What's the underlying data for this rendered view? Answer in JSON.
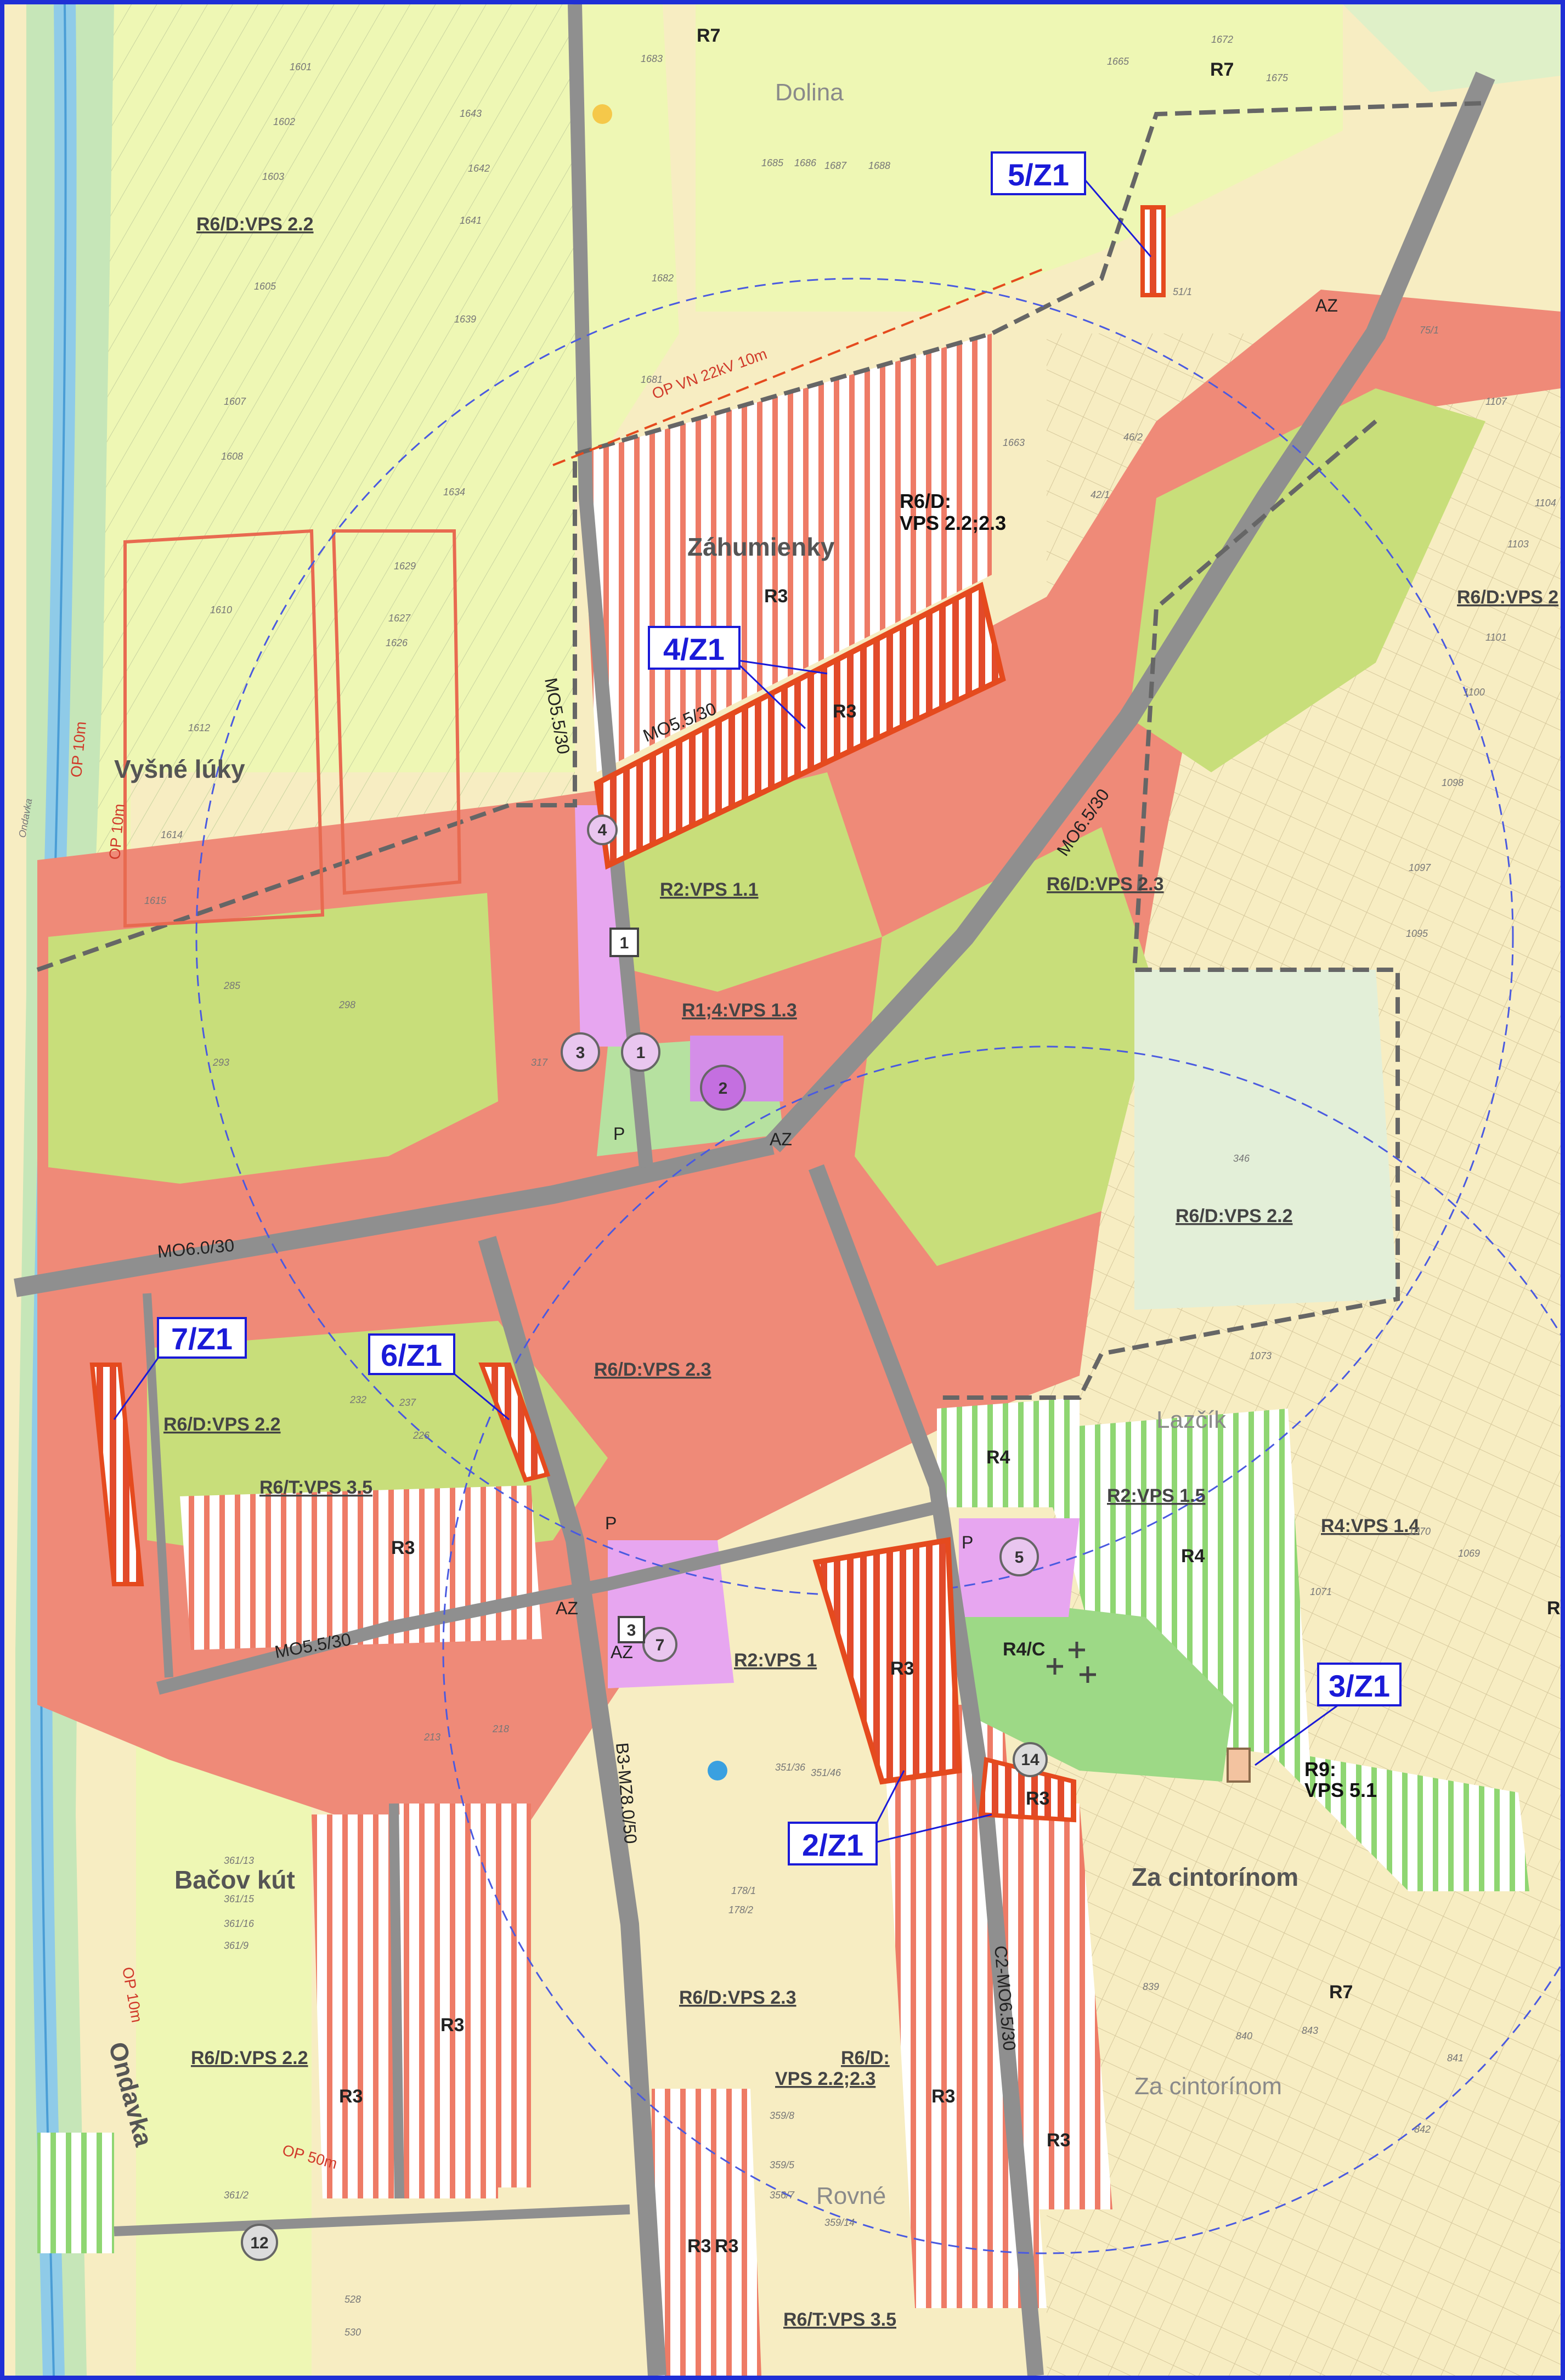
{
  "colors": {
    "border": "#1f2fd6",
    "agri_field": "#eef7b4",
    "arable": "#f7edc2",
    "built_residential": "#ef8a78",
    "garden": "#c8de7a",
    "residential_plan": "#f5c9c0",
    "green_plan": "#b9e6a6",
    "park": "#9dd986",
    "civic": "#e7a6f0",
    "river": "#a8d8ef",
    "road": "#8f8f8f",
    "boundary_red": "#e54a1e",
    "label_box": "#1a1ad8"
  },
  "change_labels": [
    "5/Z1",
    "4/Z1",
    "7/Z1",
    "6/Z1",
    "2/Z1",
    "3/Z1"
  ],
  "zones": [
    "R7",
    "R7",
    "R3",
    "R3",
    "R3",
    "R4",
    "R4",
    "R4/C",
    "R3",
    "R3",
    "R3",
    "R3",
    "R3",
    "R3",
    "R3",
    "R3",
    "R7",
    "R"
  ],
  "vps_labels": [
    "R6/D:VPS 2.2",
    "R6/D:VPS 2",
    "R2:VPS 1.1",
    "R6/D:VPS 2.3",
    "R1;4:VPS 1.3",
    "R6/D:VPS 2.2",
    "R6/D:VPS 2.3",
    "R6/D:VPS 2.2",
    "R6/T:VPS 3.5",
    "R2:VPS 1.5",
    "R4:VPS 1.4",
    "R2:VPS 1",
    "R6/D:VPS 2.3",
    "R6/D:VPS 2.2",
    "R6/T:VPS 3.5"
  ],
  "black_labels": {
    "r6d_top_line1": "R6/D:",
    "r6d_top_line2": "VPS 2.2;2.3",
    "r9_line1": "R9:",
    "r9_line2": "VPS 5.1",
    "r6d_bottom_line1": "R6/D:",
    "r6d_bottom_line2": "VPS 2.2;2.3"
  },
  "roads": [
    "MO5.5/30",
    "MO5.5/30",
    "MO6.5/30",
    "MO6.0/30",
    "MO5.5/30",
    "B3-MZ8.0/50",
    "C2-MO6.5/30"
  ],
  "places": {
    "dolina": "Dolina",
    "zahumienky": "Záhumienky",
    "vysne_luky": "Vyšné lúky",
    "bacov_kut": "Bačov kút",
    "za_cintorinom": "Za cintorínom",
    "za_cintorinom_2": "Za cintorínom",
    "lazok": "Lazčík",
    "rovne": "Rovné",
    "ondavka": "Ondavka",
    "ondavka_2": "Ondavka"
  },
  "protection_labels": [
    "OP VN 22kV 10m",
    "OP 10m",
    "OP 10m",
    "OP 10m",
    "OP 50m"
  ],
  "circle_numbers": [
    "1",
    "2",
    "3",
    "5",
    "7",
    "12",
    "14",
    "4"
  ],
  "square_numbers": [
    "1",
    "3"
  ],
  "markers": [
    "P",
    "P",
    "P",
    "AZ",
    "AZ",
    "AZ",
    "AZ"
  ],
  "parcels": [
    "1683",
    "1685",
    "1686",
    "1687",
    "1688",
    "1672",
    "1675",
    "1665",
    "1682",
    "1681",
    "1663",
    "1601",
    "1602",
    "1603",
    "1605",
    "1607",
    "1608",
    "1610",
    "1612",
    "1614",
    "1615",
    "1643",
    "1642",
    "1641",
    "1639",
    "1634",
    "1629",
    "1627",
    "1626",
    "1097",
    "1095",
    "1098",
    "1100",
    "1101",
    "1103",
    "1104",
    "1107",
    "1073",
    "1071",
    "1069",
    "1070",
    "839",
    "840",
    "843",
    "841",
    "842",
    "346",
    "351/36",
    "351/46",
    "178/1",
    "178/2",
    "359/8",
    "359/5",
    "356/7",
    "359/14",
    "361/13",
    "361/15",
    "361/16",
    "361/9",
    "361/2",
    "530",
    "528",
    "213",
    "218",
    "226",
    "232",
    "237",
    "285",
    "293",
    "298",
    "317",
    "51/1",
    "46/2",
    "42/1",
    "75/1"
  ]
}
